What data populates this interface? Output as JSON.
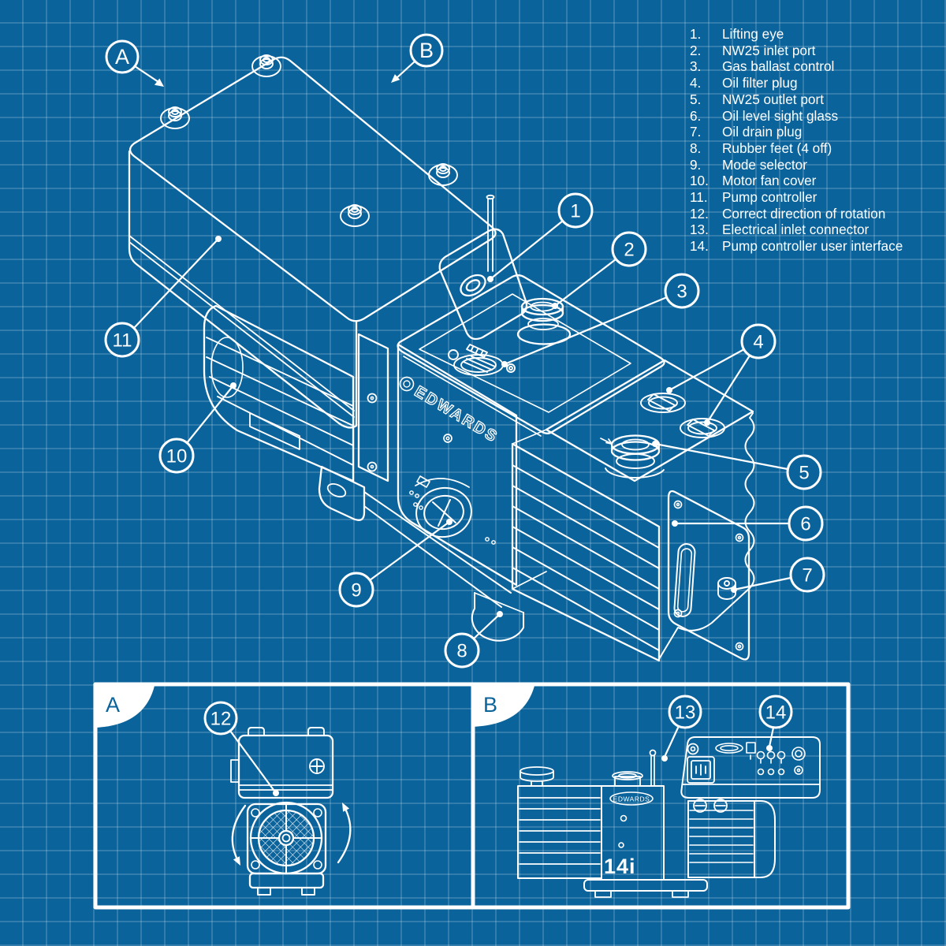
{
  "colors": {
    "background": "#0A639B",
    "grid_line": "rgba(255,255,255,0.17)",
    "line_art": "#FFFFFF",
    "panel_border": "#FFFFFF",
    "tab_letter": "#0A639B"
  },
  "brand": {
    "logo_text": "EDWARDS",
    "model_badge": "14i"
  },
  "legend": {
    "items": [
      {
        "num": "1.",
        "label": "Lifting eye"
      },
      {
        "num": "2.",
        "label": "NW25 inlet port"
      },
      {
        "num": "3.",
        "label": "Gas ballast control"
      },
      {
        "num": "4.",
        "label": "Oil filter plug"
      },
      {
        "num": "5.",
        "label": "NW25 outlet port"
      },
      {
        "num": "6.",
        "label": "Oil level sight glass"
      },
      {
        "num": "7.",
        "label": "Oil drain plug"
      },
      {
        "num": "8.",
        "label": "Rubber feet (4 off)"
      },
      {
        "num": "9.",
        "label": "Mode selector"
      },
      {
        "num": "10.",
        "label": "Motor fan cover"
      },
      {
        "num": "11.",
        "label": "Pump controller"
      },
      {
        "num": "12.",
        "label": "Correct direction of rotation"
      },
      {
        "num": "13.",
        "label": "Electrical inlet connector"
      },
      {
        "num": "14.",
        "label": "Pump controller user interface"
      }
    ]
  },
  "callouts": {
    "c1": "1",
    "c2": "2",
    "c3": "3",
    "c4": "4",
    "c5": "5",
    "c6": "6",
    "c7": "7",
    "c8": "8",
    "c9": "9",
    "c10": "10",
    "c11": "11",
    "c12": "12",
    "c13": "13",
    "c14": "14",
    "view_a": "A",
    "view_b": "B"
  },
  "panels": {
    "a": {
      "label": "A"
    },
    "b": {
      "label": "B"
    }
  }
}
